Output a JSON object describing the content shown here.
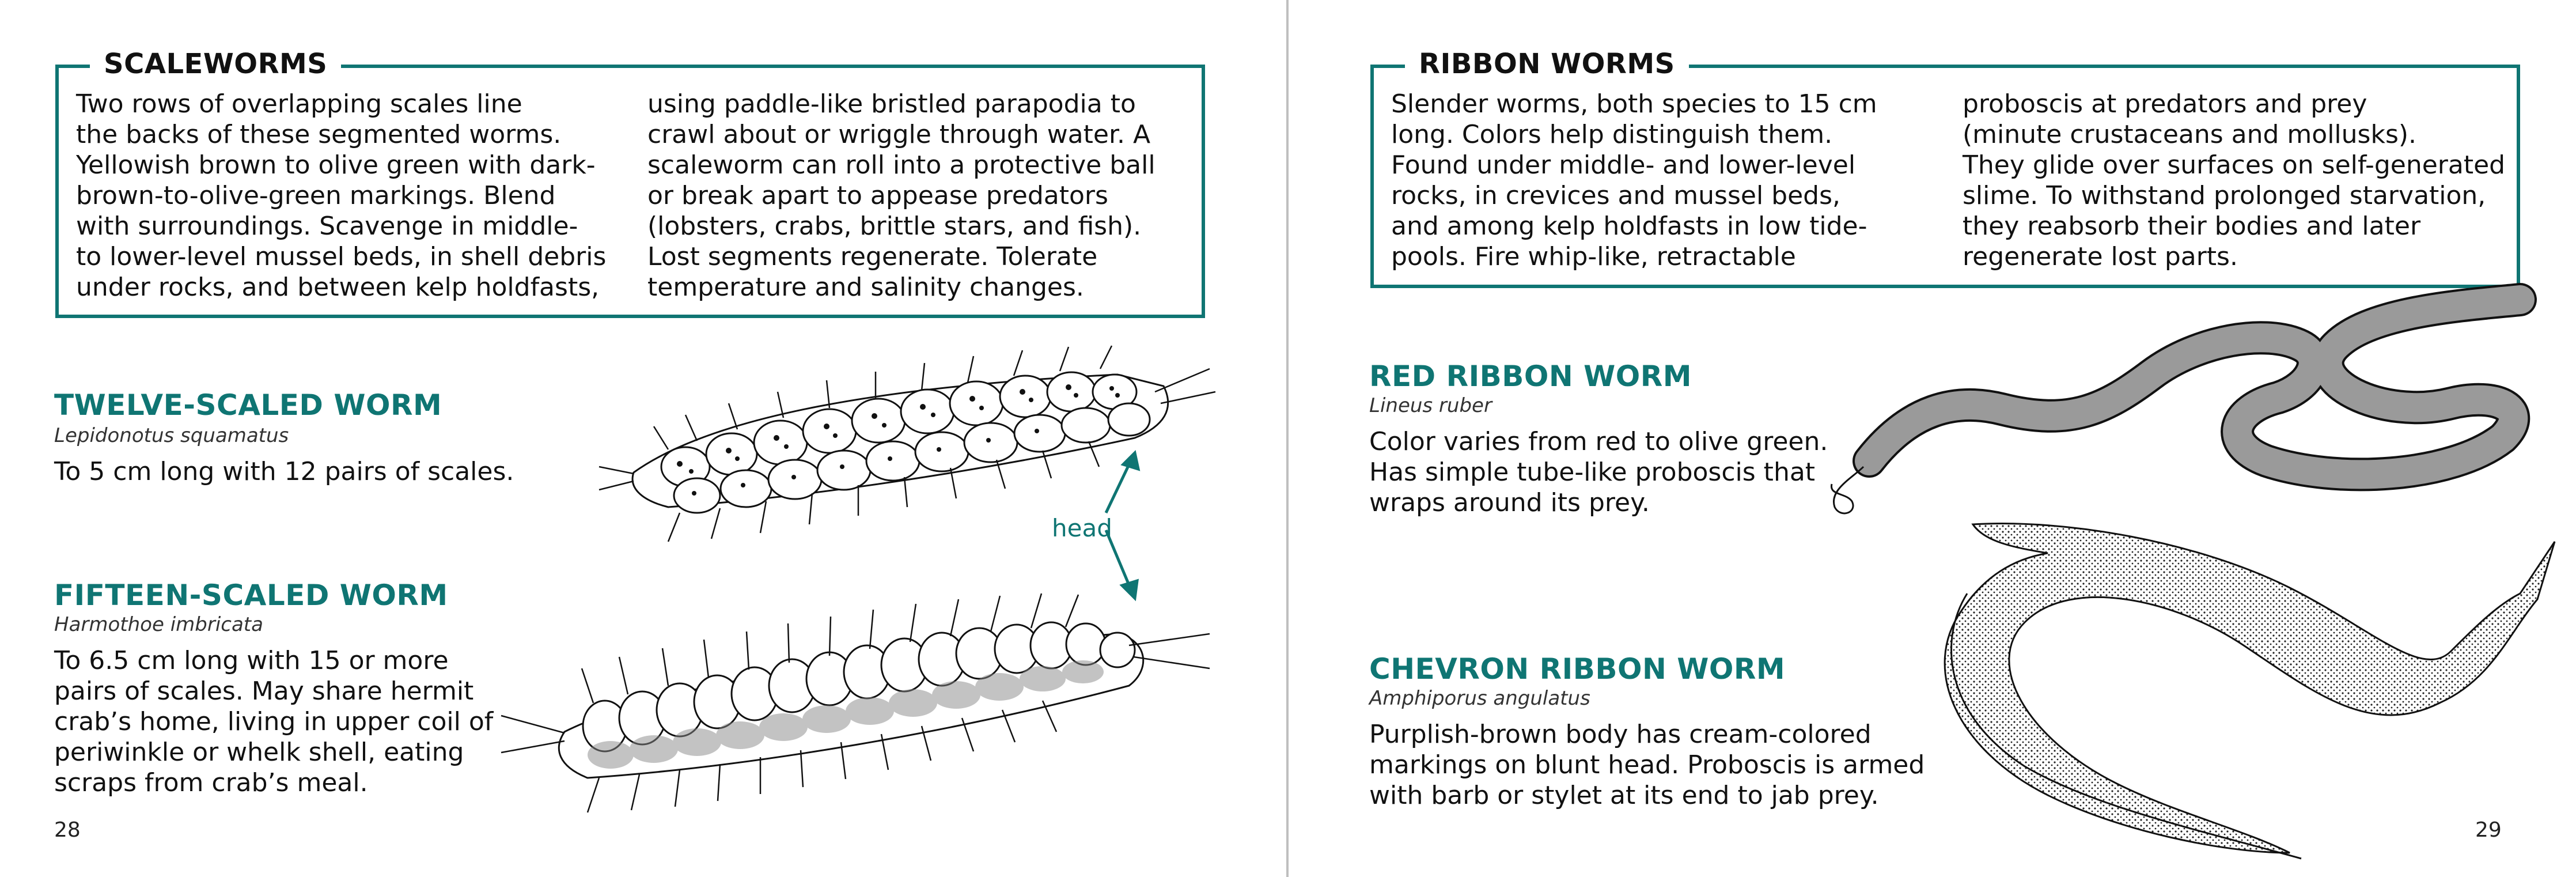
{
  "left_page": {
    "box": {
      "title": "SCALEWORMS",
      "col1": "Two rows of overlapping scales line\nthe backs of these segmented worms.\nYellowish brown to olive green with dark-\nbrown-to-olive-green markings. Blend\nwith surroundings. Scavenge in middle-\nto lower-level mussel beds, in shell debris\nunder rocks, and between kelp holdfasts,",
      "col2": "using paddle-like bristled parapodia to\ncrawl about or wriggle through water. A\nscaleworm can roll into a protective ball\nor break apart to appease predators\n(lobsters, crabs, brittle stars, and fish).\nLost segments regenerate. Tolerate\ntemperature and salinity changes."
    },
    "species": [
      {
        "title": "TWELVE-SCALED WORM",
        "latin": "Lepidonotus squamatus",
        "description": "To 5 cm long with 12 pairs of scales."
      },
      {
        "title": "FIFTEEN-SCALED WORM",
        "latin": "Harmothoe imbricata",
        "description": "To 6.5 cm long with 15 or more\npairs of scales. May share hermit\ncrab’s home, living in upper coil of\nperiwinkle or whelk shell, eating\nscraps from crab’s meal."
      }
    ],
    "head_label": "head",
    "page_number": "28"
  },
  "right_page": {
    "box": {
      "title": "RIBBON WORMS",
      "col1": "Slender worms, both species to 15 cm\nlong. Colors help distinguish them.\nFound under middle- and lower-level\nrocks, in crevices and mussel beds,\nand among kelp holdfasts in low tide-\npools. Fire whip-like, retractable",
      "col2": "proboscis at predators and prey\n(minute crustaceans and mollusks).\nThey glide over surfaces on self-generated\nslime. To withstand prolonged starvation,\nthey reabsorb their bodies and later\nregenerate lost parts."
    },
    "species": [
      {
        "title": "RED RIBBON WORM",
        "latin": "Lineus ruber",
        "description": "Color varies from red to olive green.\nHas simple tube-like proboscis that\nwraps around its prey."
      },
      {
        "title": "CHEVRON RIBBON WORM",
        "latin": "Amphiporus angulatus",
        "description": "Purplish-brown body has cream-colored\nmarkings on blunt head. Proboscis is armed\nwith barb or stylet at its end to jab prey."
      }
    ],
    "page_number": "29"
  },
  "colors": {
    "accent": "#0f7573",
    "text": "#111111",
    "gutter": "#bfbfbf"
  }
}
